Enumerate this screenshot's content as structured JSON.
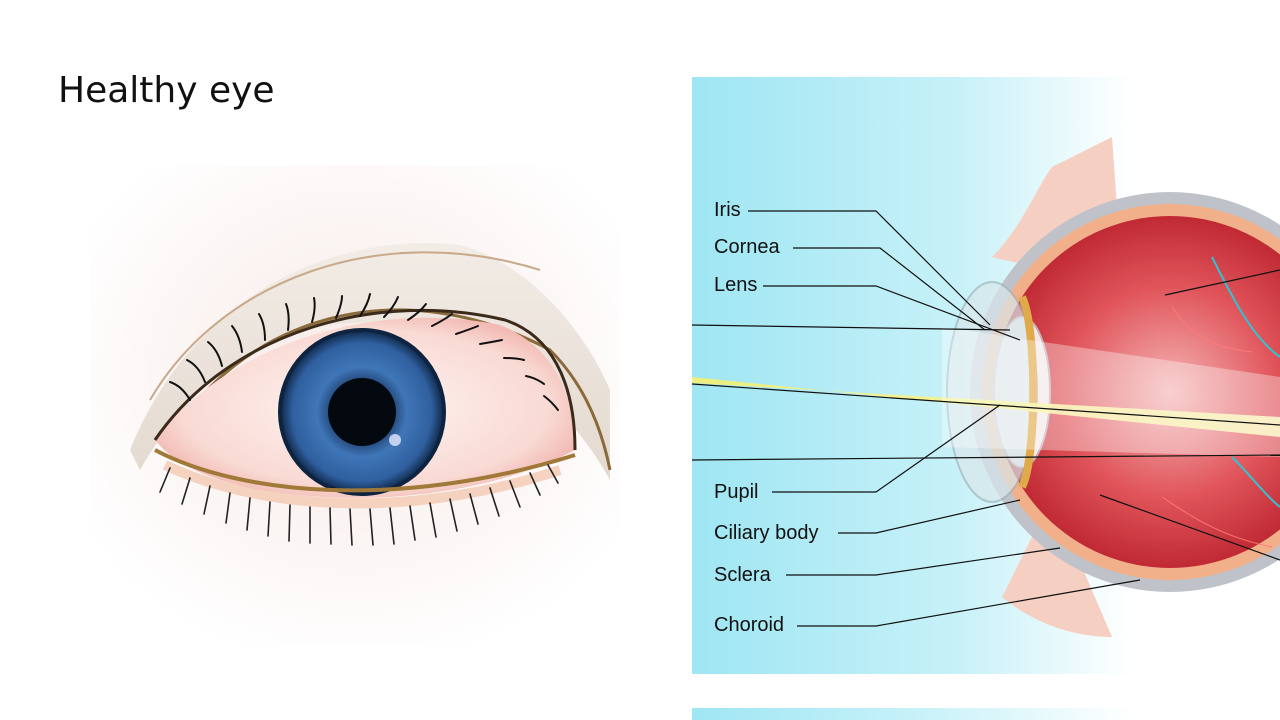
{
  "title": "Healthy eye",
  "labels": {
    "iris": "Iris",
    "cornea": "Cornea",
    "lens": "Lens",
    "pupil": "Pupil",
    "ciliary_body": "Ciliary body",
    "sclera": "Sclera",
    "choroid": "Choroid"
  },
  "colors": {
    "panel_cyan": "#9fe6f3",
    "iris_blue": "#2f5f9e",
    "sclera_red": "#d8323a",
    "light_beam": "#f5f08a"
  }
}
